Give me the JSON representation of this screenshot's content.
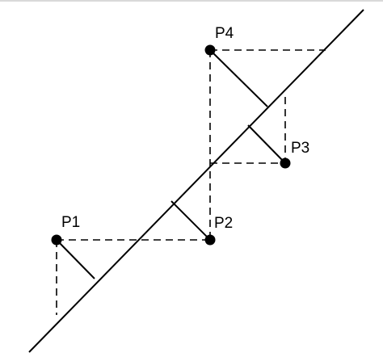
{
  "diagram": {
    "points": [
      {
        "id": "P1",
        "label": "P1"
      },
      {
        "id": "P2",
        "label": "P2"
      },
      {
        "id": "P3",
        "label": "P3"
      },
      {
        "id": "P4",
        "label": "P4"
      }
    ],
    "colors": {
      "line": "#000000",
      "background": "#ffffff",
      "top_rule": "#d9d9d9"
    }
  }
}
